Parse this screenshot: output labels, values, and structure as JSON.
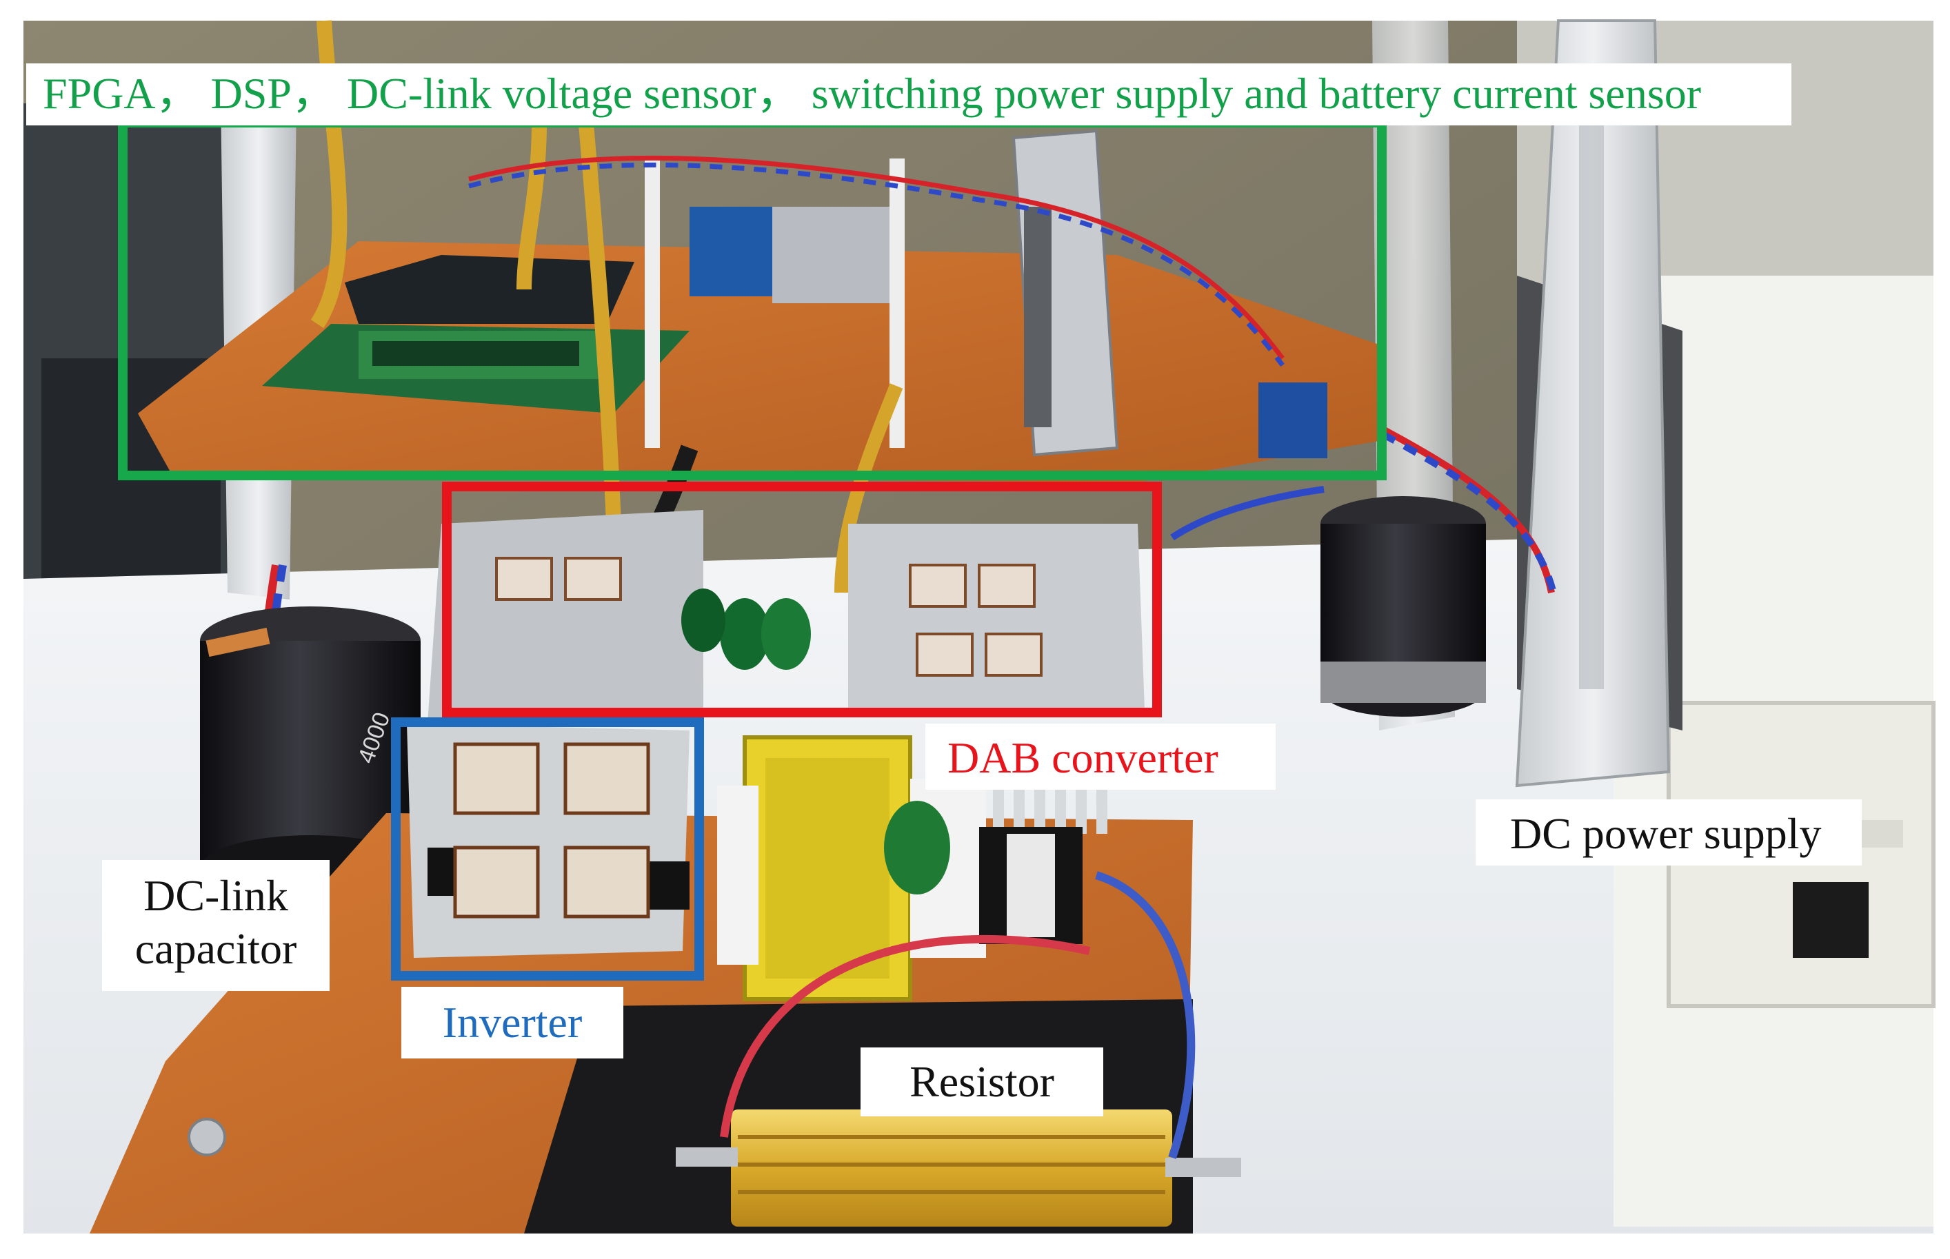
{
  "labels": {
    "controller": "FPGA， DSP， DC-link voltage sensor， switching power supply and battery current sensor",
    "dab": "DAB converter",
    "dc_supply": "DC power supply",
    "capacitor": "DC-link capacitor",
    "inverter": "Inverter",
    "resistor": "Resistor"
  },
  "colors": {
    "controller_box": "#16a84a",
    "dab_box": "#e8141c",
    "inverter_box": "#1f6bbd",
    "board": "#c76a2a"
  }
}
